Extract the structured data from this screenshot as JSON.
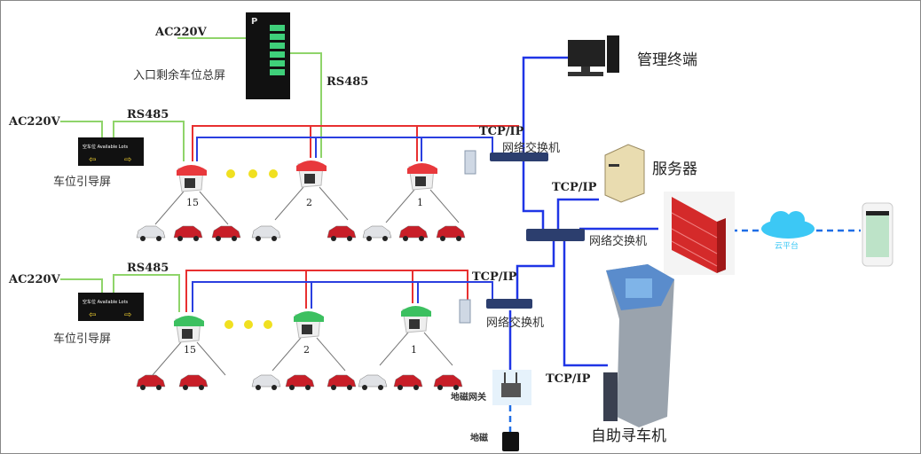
{
  "labels": {
    "ac_top": "AC220V",
    "ac_row1": "AC220V",
    "ac_row2": "AC220V",
    "rs485_top": "RS485",
    "rs485_row1": "RS485",
    "rs485_row2": "RS485",
    "total_screen": "入口剩余车位总屏",
    "guide_screen_1": "车位引导屏",
    "guide_screen_2": "车位引导屏",
    "guide_board_text": "空车位 Available Lots",
    "tcpip_1": "TCP/IP",
    "tcpip_2": "TCP/IP",
    "tcpip_3": "TCP/IP",
    "tcpip_4": "TCP/IP",
    "switch_1": "网络交换机",
    "switch_2": "网络交换机",
    "switch_3": "网络交换机",
    "management_terminal": "管理终端",
    "server": "服务器",
    "cloud": "云平台",
    "geomag_gateway": "地磁网关",
    "geomag": "地磁",
    "kiosk": "自助寻车机"
  },
  "camera_numbers_row1": [
    "15",
    "2",
    "1"
  ],
  "camera_numbers_row2": [
    "15",
    "2",
    "1"
  ],
  "colors": {
    "power_rs485": "#8fd46a",
    "red_bus": "#e83030",
    "blue_bus": "#2a3fe0",
    "camera_row1": "#e8383c",
    "camera_row2": "#3cc060",
    "cloud": "#3cc8f5"
  }
}
